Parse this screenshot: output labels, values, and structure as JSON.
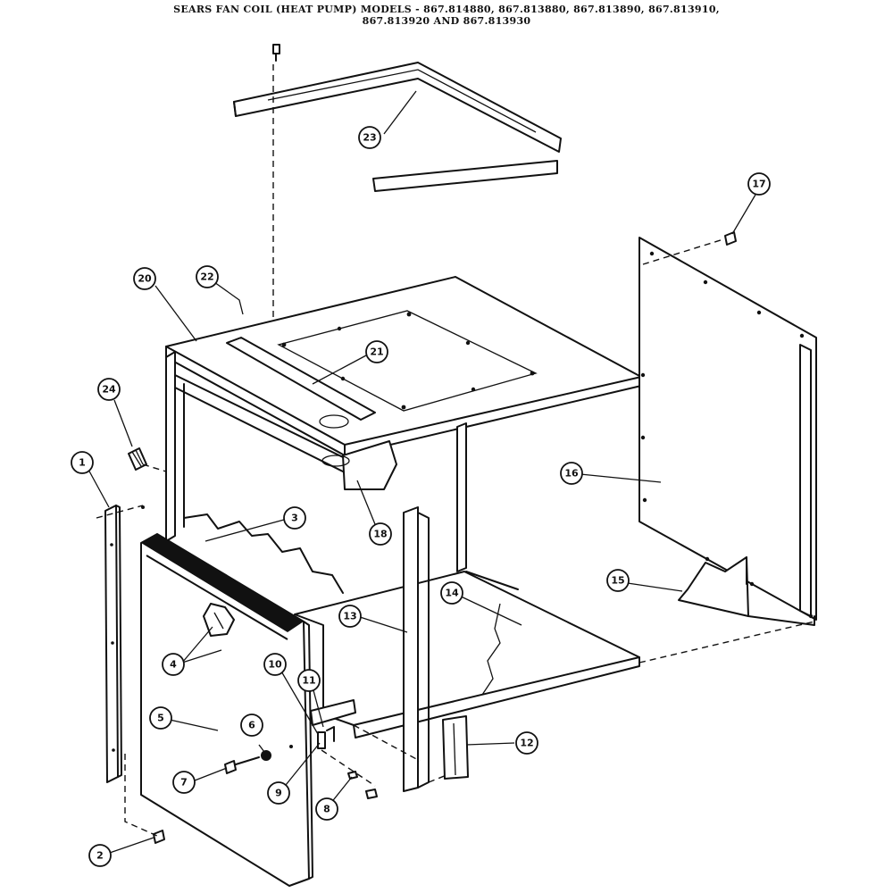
{
  "title": {
    "line1": "SEARS FAN COIL (HEAT PUMP) MODELS - 867.814880, 867.813880, 867.813890, 867.813910,",
    "line2": "867.813920 AND 867.813930"
  },
  "callouts": [
    "1",
    "2",
    "3",
    "4",
    "5",
    "6",
    "7",
    "8",
    "9",
    "10",
    "11",
    "12",
    "13",
    "14",
    "15",
    "16",
    "17",
    "18",
    "20",
    "21",
    "22",
    "23",
    "24"
  ],
  "colors": {
    "ink": "#111111",
    "paper": "#ffffff"
  }
}
